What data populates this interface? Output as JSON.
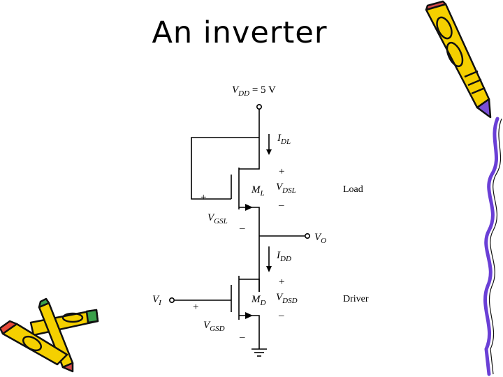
{
  "slide": {
    "title": "An inverter"
  },
  "circuit": {
    "supply": {
      "main": "V",
      "sub": "DD",
      "suffix": " = 5 V"
    },
    "load_current": {
      "main": "I",
      "sub": "DL"
    },
    "load_vds": {
      "main": "V",
      "sub": "DSL"
    },
    "load_transistor": {
      "main": "M",
      "sub": "L"
    },
    "load_vgs": {
      "main": "V",
      "sub": "GSL"
    },
    "output": {
      "main": "V",
      "sub": "O"
    },
    "driver_current": {
      "main": "I",
      "sub": "DD"
    },
    "input": {
      "main": "V",
      "sub": "I"
    },
    "driver_transistor": {
      "main": "M",
      "sub": "D"
    },
    "driver_vds": {
      "main": "V",
      "sub": "DSD"
    },
    "driver_vgs": {
      "main": "V",
      "sub": "GSD"
    },
    "load_label": "Load",
    "driver_label": "Driver",
    "plus": "+",
    "minus": "–"
  },
  "colors": {
    "wire": "#000000",
    "pencil_body": "#f5d000",
    "pencil_outline": "#111111",
    "pencil_band": "#7a4fd6",
    "pencil_tip": "#d64a4a",
    "pencil_eraser": "#e84a3a",
    "pencil_green": "#3aa04a",
    "squiggle": "#6a3fd6"
  }
}
